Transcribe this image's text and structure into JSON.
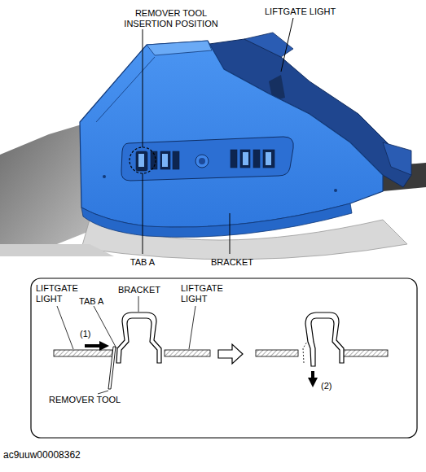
{
  "diagram": {
    "labels": [
      "REMOVER TOOL INSERTION POSITION",
      "LIFTGATE LIGHT",
      "TAB A",
      "BRACKET",
      "LIFTGATE LIGHT",
      "TAB A",
      "BRACKET",
      "LIFTGATE LIGHT",
      "(1)",
      "REMOVER TOOL",
      "(2)",
      "ac9uuw00008362"
    ]
  }
}
